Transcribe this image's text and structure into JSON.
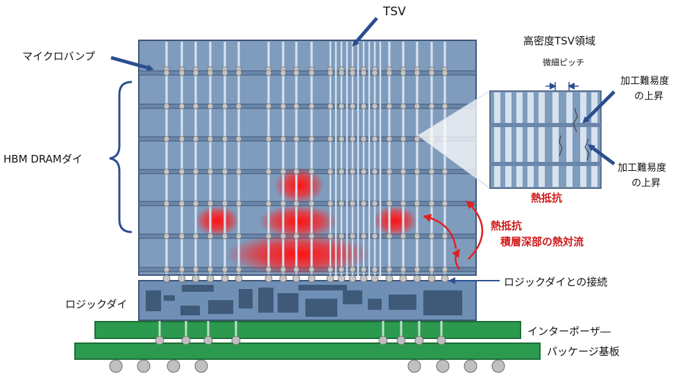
{
  "labels": {
    "tsv": "TSV",
    "microbump": "マイクロバンプ",
    "hbm_dram_die": "HBM DRAMダイ",
    "logic_die": "ロジックダイ",
    "logic_die_connection": "ロジックダイとの接続",
    "interposer": "インターポーザ―",
    "package_substrate": "パッケージ基板",
    "high_density_tsv_region": "高密度TSV領域",
    "fine_pitch": "微細ピッチ",
    "difficulty_increase_1": "加工難易度\nの上昇",
    "difficulty_increase_2": "加工難易度\nの上昇",
    "thermal_resistance_detail": "熱抵抗",
    "thermal_resistance_stack": "熱抵抗",
    "deep_stack_convection": "積層深部の熱対流"
  },
  "colors": {
    "die_fill": "#7f9cbd",
    "die_edge": "#3d5577",
    "tsv_line": "#c9d8e8",
    "green_board": "#2c9a4e",
    "bump": "#b9b9b9",
    "arrow_blue": "#2b4e8e",
    "thermal_red": "#ff1e1e",
    "label_red": "#d01818"
  }
}
